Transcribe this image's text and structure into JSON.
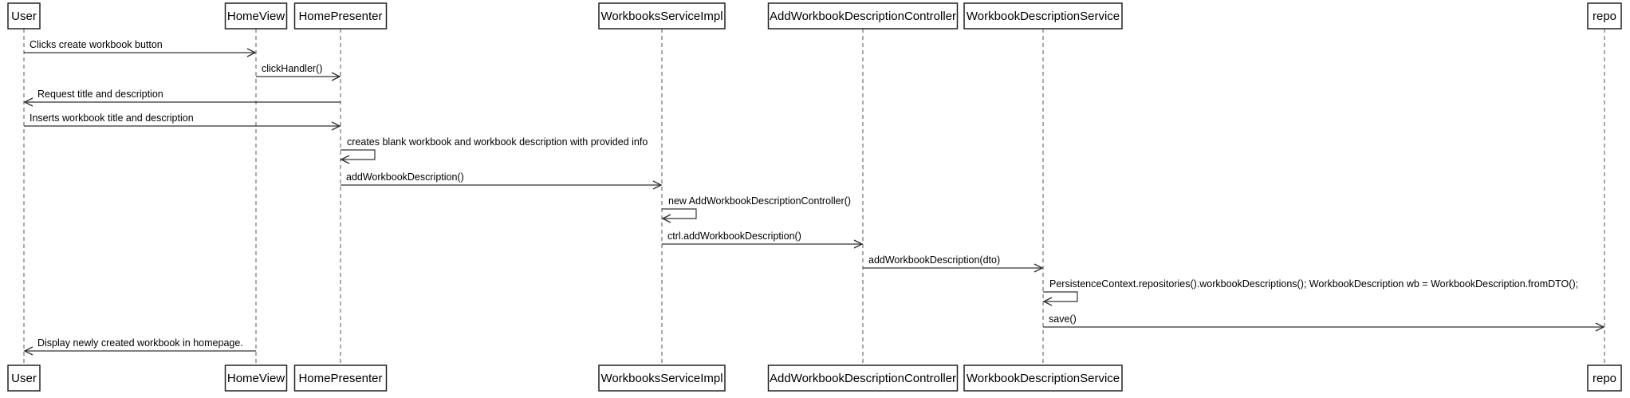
{
  "participants": [
    {
      "id": "user",
      "label": "User"
    },
    {
      "id": "homeview",
      "label": "HomeView"
    },
    {
      "id": "homepresenter",
      "label": "HomePresenter"
    },
    {
      "id": "workbooksserviceimpl",
      "label": "WorkbooksServiceImpl"
    },
    {
      "id": "addworkbookdescriptioncontroller",
      "label": "AddWorkbookDescriptionController"
    },
    {
      "id": "workbookdescriptionservice",
      "label": "WorkbookDescriptionService"
    },
    {
      "id": "repo",
      "label": "repo"
    }
  ],
  "messages": [
    {
      "from": "user",
      "to": "homeview",
      "label": "Clicks create workbook button"
    },
    {
      "from": "homeview",
      "to": "homepresenter",
      "label": "clickHandler()"
    },
    {
      "from": "homepresenter",
      "to": "user",
      "label": "Request title and description"
    },
    {
      "from": "user",
      "to": "homepresenter",
      "label": "Inserts workbook title and description"
    },
    {
      "from": "homepresenter",
      "to": "homepresenter",
      "label": "creates blank workbook and workbook description with provided info"
    },
    {
      "from": "homepresenter",
      "to": "workbooksserviceimpl",
      "label": "addWorkbookDescription()"
    },
    {
      "from": "workbooksserviceimpl",
      "to": "workbooksserviceimpl",
      "label": "new AddWorkbookDescriptionController()"
    },
    {
      "from": "workbooksserviceimpl",
      "to": "addworkbookdescriptioncontroller",
      "label": "ctrl.addWorkbookDescription()"
    },
    {
      "from": "addworkbookdescriptioncontroller",
      "to": "workbookdescriptionservice",
      "label": "addWorkbookDescription(dto)"
    },
    {
      "from": "workbookdescriptionservice",
      "to": "workbookdescriptionservice",
      "label": "PersistenceContext.repositories().workbookDescriptions(); WorkbookDescription wb = WorkbookDescription.fromDTO();"
    },
    {
      "from": "workbookdescriptionservice",
      "to": "repo",
      "label": "save()"
    },
    {
      "from": "homeview",
      "to": "user",
      "label": "Display newly created workbook in homepage."
    }
  ]
}
